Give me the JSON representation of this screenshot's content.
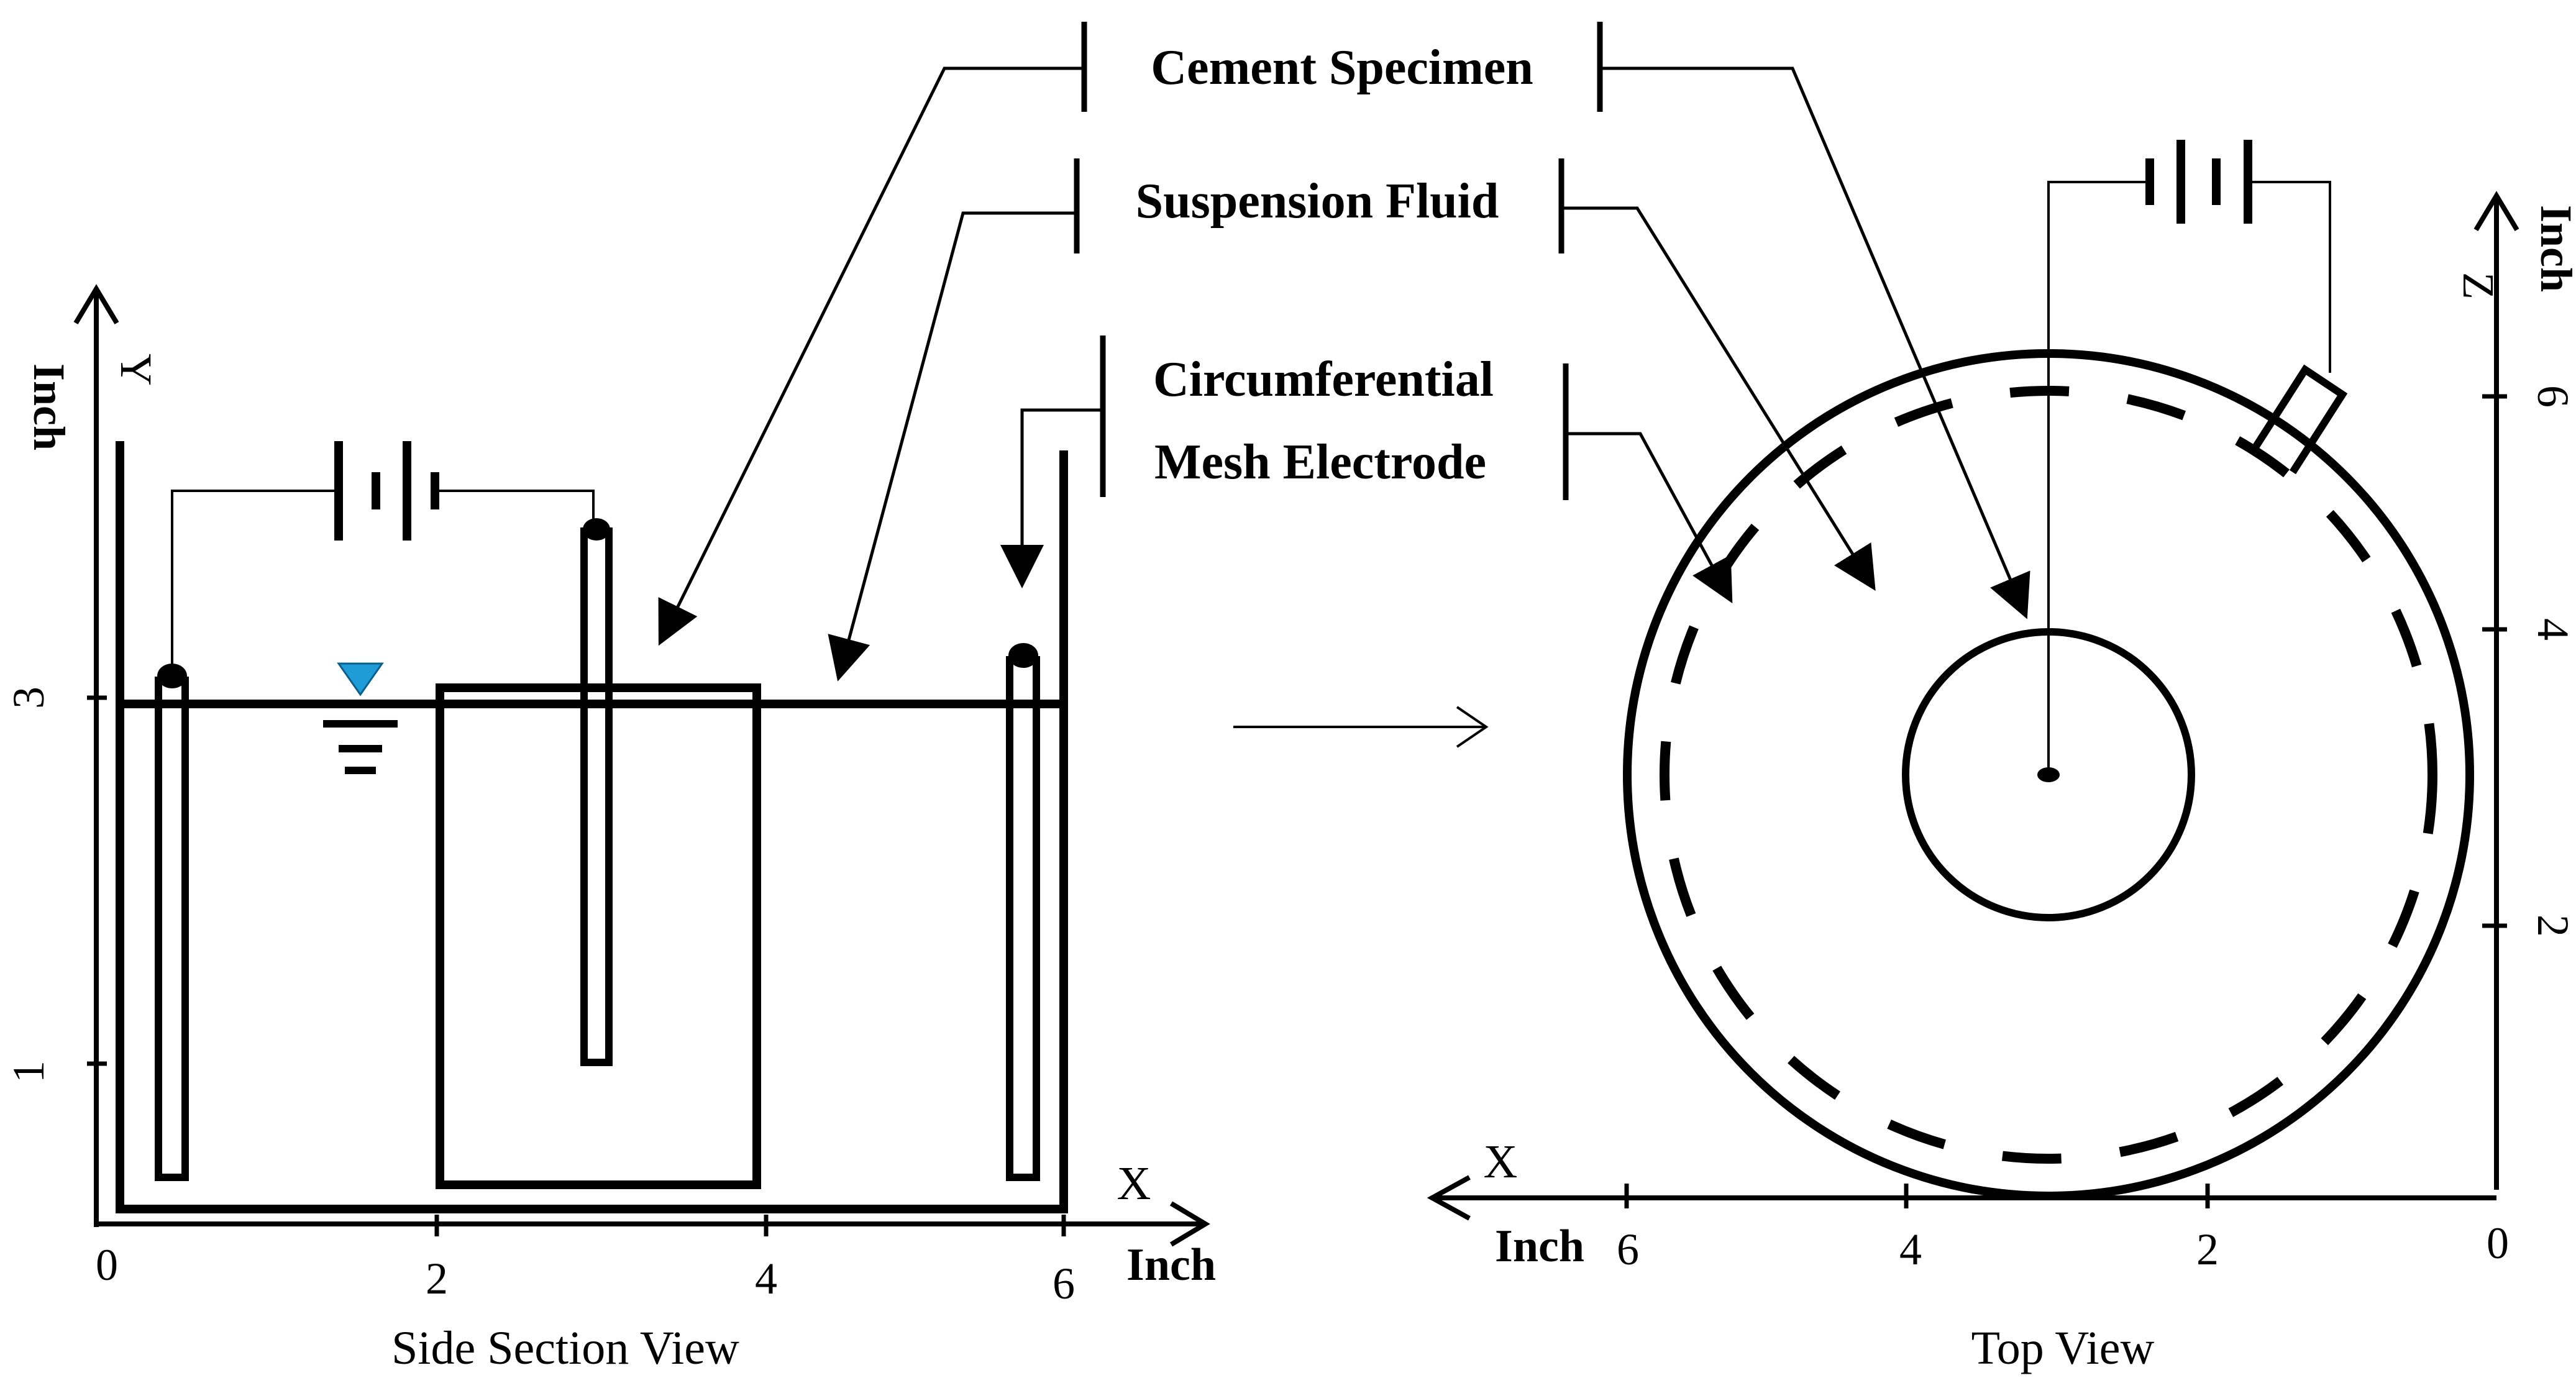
{
  "labels": {
    "cement_specimen": "Cement Specimen",
    "suspension_fluid": "Suspension Fluid",
    "mesh_line1": "Circumferential",
    "mesh_line2": "Mesh Electrode"
  },
  "side_view": {
    "caption": "Side Section View",
    "x_axis_letter": "X",
    "y_axis_letter": "Y",
    "x_unit": "Inch",
    "y_unit": "Inch",
    "x_ticks": [
      "0",
      "2",
      "4",
      "6"
    ],
    "y_ticks": [
      "1",
      "3"
    ]
  },
  "top_view": {
    "caption": "Top View",
    "x_axis_letter": "X",
    "z_axis_letter": "Z",
    "x_unit": "Inch",
    "z_unit": "Inch",
    "x_ticks": [
      "6",
      "4",
      "2",
      "0"
    ],
    "z_ticks": [
      "2",
      "4",
      "6"
    ]
  },
  "colors": {
    "ink": "#000000",
    "water_level_marker": "#1f9bd7"
  },
  "icons": {
    "battery": "battery-symbol-icon",
    "water_level": "water-level-icon"
  }
}
